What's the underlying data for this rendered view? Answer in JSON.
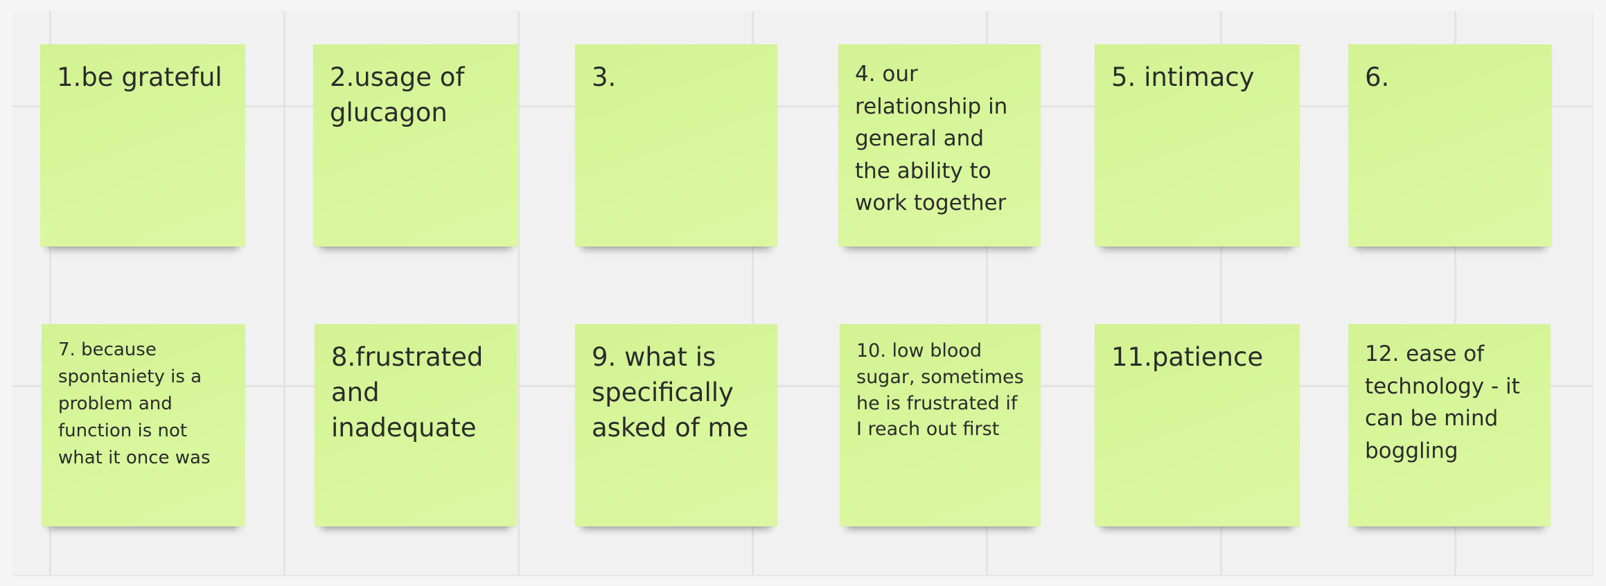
{
  "board": {
    "notes": [
      {
        "text": "1.be grateful"
      },
      {
        "text": "2.usage of glucagon"
      },
      {
        "text": "3."
      },
      {
        "text": "4. our relationship in general and the ability to work together"
      },
      {
        "text": "5. intimacy"
      },
      {
        "text": "6."
      },
      {
        "text": "7. because spontaniety is a problem and function is not what it once was"
      },
      {
        "text": "8.frustrated and inadequate"
      },
      {
        "text": "9. what is specifically asked of me"
      },
      {
        "text": "10. low blood sugar, sometimes he is frustrated if I reach out first"
      },
      {
        "text": "11.patience"
      },
      {
        "text": "12. ease of technology - it can be mind boggling"
      }
    ]
  }
}
